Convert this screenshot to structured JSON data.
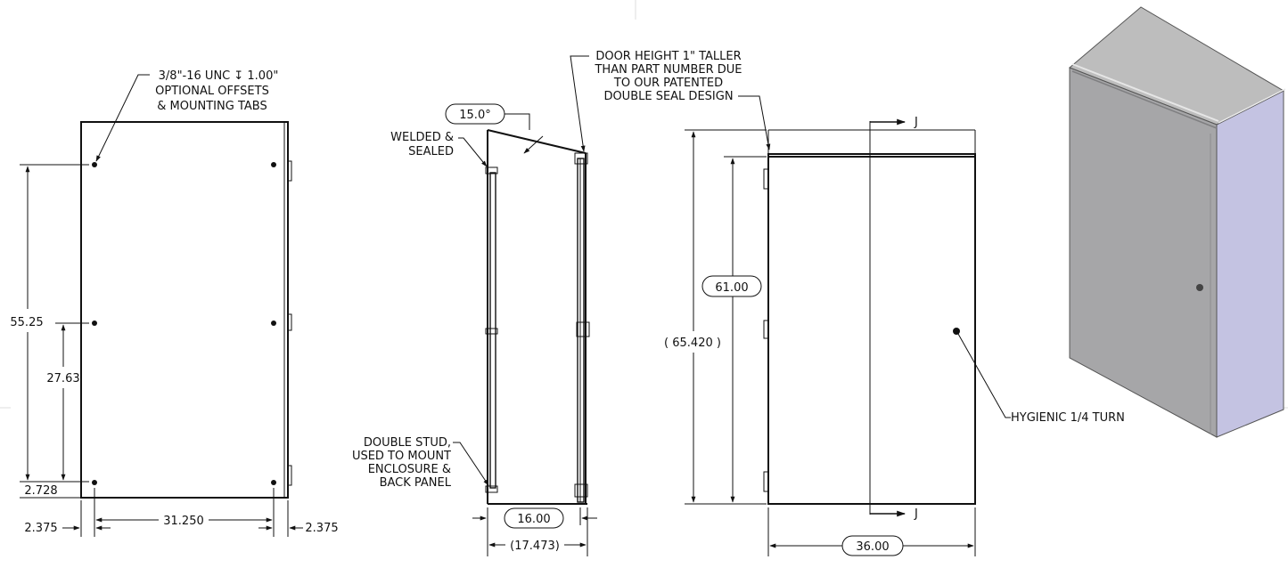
{
  "colors": {
    "line": "#111111",
    "enclosure_front": "#a5a5a7",
    "enclosure_side": "#c4c3e2",
    "enclosure_top": "#bdbdbd"
  },
  "back_view": {
    "callout_lines": [
      "3/8\"-16 UNC ↧ 1.00\"",
      "OPTIONAL OFFSETS",
      "& MOUNTING TABS"
    ],
    "dim_overall_height": "55.25",
    "dim_mid_height": "27.63",
    "dim_bottom": "2.728",
    "dim_left_offset": "2.375",
    "dim_hole_span": "31.250",
    "dim_right_offset": "2.375"
  },
  "side_view": {
    "angle": "15.0°",
    "welded_lines": [
      "WELDED &",
      "SEALED"
    ],
    "stud_lines": [
      "DOUBLE STUD,",
      "USED TO MOUNT",
      "ENCLOSURE &",
      "BACK PANEL"
    ],
    "dim_depth": "16.00",
    "dim_depth_ref": "17.473"
  },
  "front_view": {
    "door_note_lines": [
      "DOOR HEIGHT 1\" TALLER",
      "THAN PART NUMBER DUE",
      "TO OUR PATENTED",
      "DOUBLE SEAL DESIGN"
    ],
    "section_label_top": "J",
    "section_label_bottom": "J",
    "dim_height": "61.00",
    "dim_overall_height": "65.420",
    "dim_width": "36.00",
    "latch_note": "HYGIENIC 1/4 TURN"
  },
  "iso_view": {
    "icons": [
      "enclosure-iso-icon"
    ]
  }
}
